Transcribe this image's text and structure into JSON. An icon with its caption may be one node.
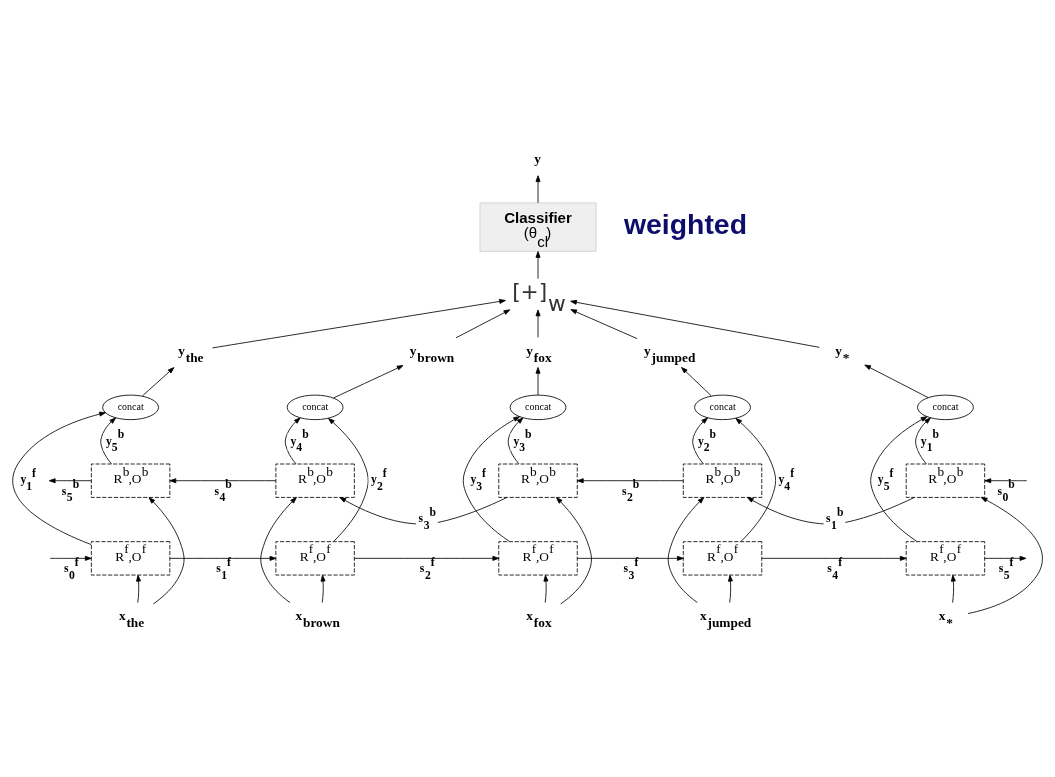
{
  "diagram": {
    "nodes": [
      {
        "text": [
          "y"
        ]
      },
      {
        "text": [
          "Classifier",
          "(θ$_{cl}$)"
        ]
      },
      {
        "text": [
          "[+]$_{w}$"
        ]
      },
      {
        "text": [
          "y$_{the}$"
        ]
      },
      {
        "text": [
          "y$_{brown}$"
        ]
      },
      {
        "text": [
          "y$_{fox}$"
        ]
      },
      {
        "text": [
          "y$_{jumped}$"
        ]
      },
      {
        "text": [
          "y$_{*}$"
        ]
      },
      {
        "text": [
          "concat"
        ]
      },
      {
        "text": [
          "concat"
        ]
      },
      {
        "text": [
          "concat"
        ]
      },
      {
        "text": [
          "concat"
        ]
      },
      {
        "text": [
          "concat"
        ]
      },
      {
        "text": [
          "R$^{b}$,O$^{b}$"
        ]
      },
      {
        "text": [
          "R$^{b}$,O$^{b}$"
        ]
      },
      {
        "text": [
          "R$^{b}$,O$^{b}$"
        ]
      },
      {
        "text": [
          "R$^{b}$,O$^{b}$"
        ]
      },
      {
        "text": [
          "R$^{b}$,O$^{b}$"
        ]
      },
      {
        "text": [
          "R$^{f}$,O$^{f}$"
        ]
      },
      {
        "text": [
          "R$^{f}$,O$^{f}$"
        ]
      },
      {
        "text": [
          "R$^{f}$,O$^{f}$"
        ]
      },
      {
        "text": [
          "R$^{f}$,O$^{f}$"
        ]
      },
      {
        "text": [
          "R$^{f}$,O$^{f}$"
        ]
      },
      {
        "text": [
          "x$_{the}$"
        ]
      },
      {
        "text": [
          "x$_{brown}$"
        ]
      },
      {
        "text": [
          "x$_{fox}$"
        ]
      },
      {
        "text": [
          "x$_{jumped}$"
        ]
      },
      {
        "text": [
          "x$_{*}$"
        ]
      }
    ],
    "edges": [
      {
        "from": 1,
        "to": 0,
        "arrow": "to"
      },
      {
        "from": 2,
        "to": 1,
        "arrow": "to"
      },
      {
        "from": 3,
        "to": 2,
        "arrow": "to"
      },
      {
        "from": 4,
        "to": 2,
        "arrow": "to"
      },
      {
        "from": 5,
        "to": 2,
        "arrow": "to"
      },
      {
        "from": 6,
        "to": 2,
        "arrow": "to"
      },
      {
        "from": 7,
        "to": 2,
        "arrow": "to"
      },
      {
        "from": 8,
        "to": 3,
        "arrow": "to"
      },
      {
        "from": 9,
        "to": 4,
        "arrow": "to"
      },
      {
        "from": 10,
        "to": 5,
        "arrow": "to"
      },
      {
        "from": 11,
        "to": 6,
        "arrow": "to"
      },
      {
        "from": 12,
        "to": 7,
        "arrow": "to"
      },
      {
        "from": 18,
        "to": 8,
        "label": "y$_{1}$$^{f}$",
        "arrow": "to"
      },
      {
        "from": 13,
        "to": 8,
        "label": "y$_{5}$$^{b}$",
        "arrow": "to"
      },
      {
        "from": 19,
        "to": 9,
        "label": "y$_{2}$$^{f}$",
        "arrow": "to"
      },
      {
        "from": 14,
        "to": 9,
        "label": "y$_{4}$$^{b}$",
        "arrow": "to"
      },
      {
        "from": 20,
        "to": 10,
        "label": "y$_{3}$$^{f}$",
        "arrow": "to"
      },
      {
        "from": 15,
        "to": 10,
        "label": "y$_{3}$$^{b}$",
        "arrow": "to"
      },
      {
        "from": 21,
        "to": 11,
        "label": "y$_{4}$$^{f}$",
        "arrow": "to"
      },
      {
        "from": 16,
        "to": 11,
        "label": "y$_{2}$$^{b}$",
        "arrow": "to"
      },
      {
        "from": 22,
        "to": 12,
        "label": "y$_{5}$$^{f}$",
        "arrow": "to"
      },
      {
        "from": 17,
        "to": 12,
        "label": "y$_{1}$$^{b}$",
        "arrow": "to"
      },
      {
        "from": null,
        "to": 17,
        "label": "s$_{0}$$^{b}$",
        "arrow": "to"
      },
      {
        "from": 17,
        "to": 16,
        "label": "s$_{1}$$^{b}$",
        "arrow": "to"
      },
      {
        "from": 16,
        "to": 15,
        "label": "s$_{2}$$^{b}$",
        "arrow": "to"
      },
      {
        "from": 15,
        "to": 14,
        "label": "s$_{3}$$^{b}$",
        "arrow": "to"
      },
      {
        "from": 14,
        "to": 13,
        "label": "s$_{4}$$^{b}$",
        "arrow": "to"
      },
      {
        "from": 13,
        "to": null,
        "label": "s$_{5}$$^{b}$",
        "arrow": "to"
      },
      {
        "from": null,
        "to": 18,
        "label": "s$_{0}$$^{f}$",
        "arrow": "to"
      },
      {
        "from": 18,
        "to": 19,
        "label": "s$_{1}$$^{f}$",
        "arrow": "to"
      },
      {
        "from": 19,
        "to": 20,
        "label": "s$_{2}$$^{f}$",
        "arrow": "to"
      },
      {
        "from": 20,
        "to": 21,
        "label": "s$_{3}$$^{f}$",
        "arrow": "to"
      },
      {
        "from": 21,
        "to": 22,
        "label": "s$_{4}$$^{f}$",
        "arrow": "to"
      },
      {
        "from": 22,
        "to": null,
        "label": "s$_{5}$$^{f}$",
        "arrow": "to"
      },
      {
        "from": 23,
        "to": 18,
        "arrow": "to"
      },
      {
        "from": 23,
        "to": 13,
        "arrow": "to"
      },
      {
        "from": 24,
        "to": 19,
        "arrow": "to"
      },
      {
        "from": 24,
        "to": 14,
        "arrow": "to"
      },
      {
        "from": 25,
        "to": 20,
        "arrow": "to"
      },
      {
        "from": 25,
        "to": 15,
        "arrow": "to"
      },
      {
        "from": 26,
        "to": 21,
        "arrow": "to"
      },
      {
        "from": 26,
        "to": 16,
        "arrow": "to"
      },
      {
        "from": 27,
        "to": 22,
        "arrow": "to"
      },
      {
        "from": 27,
        "to": 17,
        "arrow": "to"
      }
    ],
    "labels": [
      "weighted"
    ]
  }
}
